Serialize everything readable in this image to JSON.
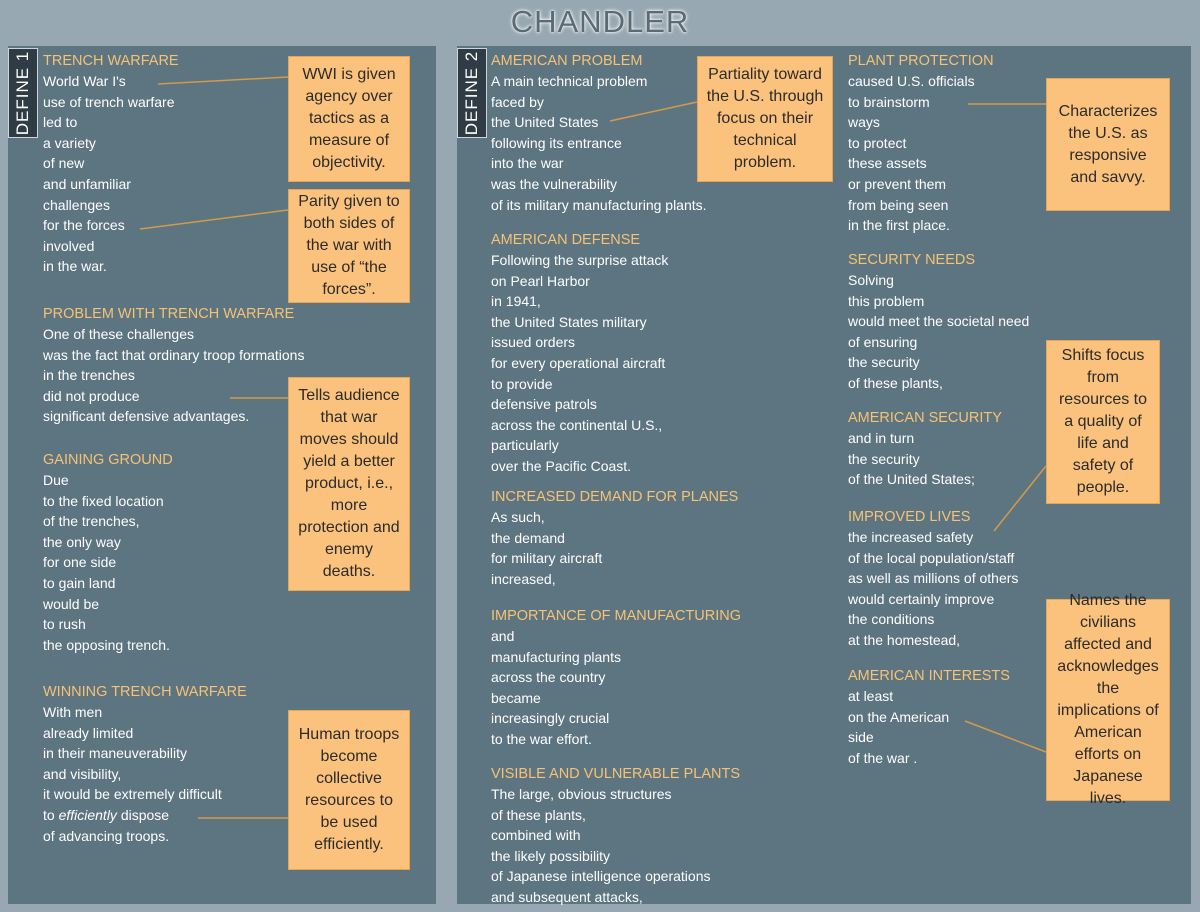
{
  "title": "CHANDLER",
  "define1": {
    "tab": "DEFINE 1",
    "sections": [
      {
        "heading": "TRENCH WARFARE",
        "lines": [
          "World War I's",
          "use of trench warfare",
          "led to",
          "a variety",
          "of new",
          "and unfamiliar",
          "challenges",
          "for the forces",
          "involved",
          "in the war."
        ]
      },
      {
        "heading": "PROBLEM WITH TRENCH WARFARE",
        "lines": [
          "One of these challenges",
          "was the fact that ordinary troop formations",
          "in the trenches",
          "did not produce",
          "significant defensive advantages."
        ]
      },
      {
        "heading": "GAINING GROUND",
        "lines": [
          "Due",
          "to the fixed location",
          "of the trenches,",
          "the only way",
          "for one side",
          "to gain  land",
          "would be",
          "to rush",
          "the opposing trench."
        ]
      },
      {
        "heading": "WINNING TRENCH WARFARE",
        "lines": [
          "With men",
          "already limited",
          "in their maneuverability",
          "and visibility,",
          "it would be extremely difficult"
        ],
        "line_efficiently": {
          "pre": "to ",
          "em": "efficiently",
          "post": " dispose"
        },
        "last_line": "of advancing troops."
      }
    ],
    "notes": [
      "WWI is given agency over tactics as a measure of objectivity.",
      "Parity given to both sides of the war with use of “the forces”.",
      "Tells audience that war moves should yield a better product, i.e., more protection and enemy deaths.",
      "Human troops become collective resources to be used efficiently."
    ]
  },
  "define2": {
    "tab": "DEFINE 2",
    "col1": [
      {
        "heading": "AMERICAN PROBLEM",
        "lines": [
          "A main technical problem",
          "faced by",
          "the United States",
          "following its entrance",
          "into the war",
          "was the vulnerability",
          "of its military manufacturing plants."
        ]
      },
      {
        "heading": "AMERICAN DEFENSE",
        "lines": [
          "Following the surprise attack",
          "on Pearl Harbor",
          "in 1941,",
          "the United States military",
          "issued orders",
          "for every operational aircraft",
          "to provide",
          "defensive patrols",
          "across the continental U.S.,",
          "particularly",
          "over the Pacific Coast."
        ]
      },
      {
        "heading": "INCREASED DEMAND FOR PLANES",
        "lines": [
          "As such,",
          "the demand",
          "for military aircraft",
          "increased,"
        ]
      },
      {
        "heading": "IMPORTANCE OF MANUFACTURING",
        "lines": [
          "and",
          "manufacturing plants",
          "across the country",
          "became",
          "increasingly crucial",
          "to the war effort."
        ]
      },
      {
        "heading": "VISIBLE AND VULNERABLE PLANTS",
        "lines": [
          "The large, obvious structures",
          "of these plants,",
          "combined with",
          "the likely possibility",
          "of Japanese intelligence operations",
          "and subsequent attacks,"
        ]
      }
    ],
    "col2": [
      {
        "heading": "PLANT PROTECTION",
        "lines": [
          "caused U.S. officials",
          "to brainstorm",
          "ways",
          "to protect",
          "these assets",
          "or prevent them",
          "from being seen",
          "in the first place."
        ]
      },
      {
        "heading": "SECURITY NEEDS",
        "lines": [
          "Solving",
          "this problem",
          "would meet the societal need",
          "of ensuring",
          "the security",
          "of these plants,"
        ]
      },
      {
        "heading": "AMERICAN SECURITY",
        "lines": [
          "and in turn",
          "the security",
          "of the United States;"
        ]
      },
      {
        "heading": "IMPROVED LIVES",
        "lines": [
          "the increased safety",
          "of the local population/staff",
          "as well as millions of others",
          "would certainly improve",
          "the conditions",
          "at the homestead,"
        ]
      },
      {
        "heading": "AMERICAN INTERESTS",
        "lines": [
          "at least",
          "on the American",
          "side",
          "of the war ."
        ]
      }
    ],
    "notes": [
      "Partiality toward the U.S. through focus on their technical problem.",
      "Characterizes the U.S. as responsive and savvy.",
      "Shifts focus from resources to a quality of life and safety of people.",
      "Names the civilians affected and acknowledges the implications of American efforts on Japanese lives."
    ]
  },
  "colors": {
    "background": "#97a8b2",
    "panel": "#5d7481",
    "heading": "#f6c275",
    "note": "#fac27d",
    "tab": "#2f3c45"
  }
}
